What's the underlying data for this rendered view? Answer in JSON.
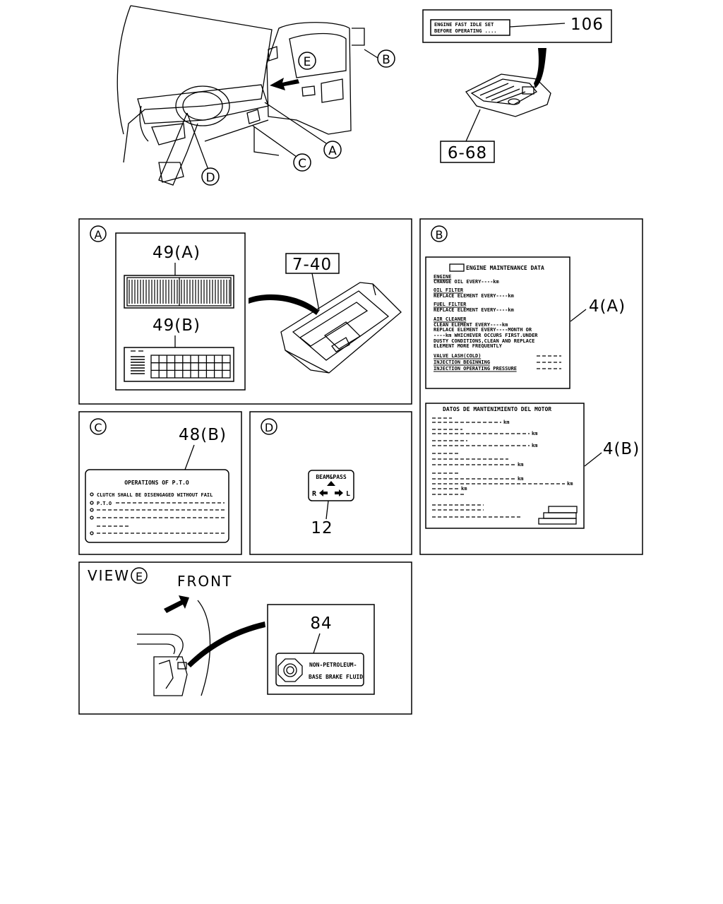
{
  "callouts": {
    "part_106": "106",
    "ref_6_68": "6-68",
    "ref_7_40": "7-40",
    "part_49a": "49(A)",
    "part_49b": "49(B)",
    "part_4a": "4(A)",
    "part_4b": "4(B)",
    "part_48b": "48(B)",
    "part_12": "12",
    "part_84": "84"
  },
  "markers": {
    "A": "A",
    "B": "B",
    "C": "C",
    "D": "D",
    "E": "E"
  },
  "view_e": {
    "label": "VIEW",
    "front": "FRONT"
  },
  "label_106": {
    "line1": "ENGINE FAST IDLE SET",
    "line2": "BEFORE OPERATING ...."
  },
  "label_4a": {
    "title": "ENGINE MAINTENANCE DATA",
    "lines": [
      "ENGINE",
      "CHANGE OIL EVERY----km",
      "OIL FILTER",
      "REPLACE ELEMENT EVERY----km",
      "FUEL FILTER",
      "REPLACE ELEMENT EVERY----km",
      "AIR CLEANER",
      "CLEAN ELEMENT EVERY----km",
      "REPLACE ELEMENT EVERY----MONTH OR",
      "----km WHICHEVER OCCURS FIRST.UNDER",
      "DUSTY CONDITIONS,CLEAN AND REPLACE",
      "ELEMENT MORE FREQUENTLY",
      "VALVE LASH(COLD)",
      "INJECTION BEGINNING",
      "INJECTION OPERATING PRESSURE"
    ]
  },
  "label_4b": {
    "title": "DATOS DE MANTENIMIENTO DEL MOTOR",
    "unit": "km"
  },
  "label_48b": {
    "title": "OPERATIONS OF P.T.O",
    "line1": "CLUTCH SHALL BE DISENGAGED WITHOUT FAIL",
    "line2": "P.T.O"
  },
  "label_12": {
    "top": "BEAM&PASS",
    "left": "R",
    "right": "L"
  },
  "label_84": {
    "line1": "NON-PETROLEUM-",
    "line2": "BASE BRAKE FLUID"
  }
}
